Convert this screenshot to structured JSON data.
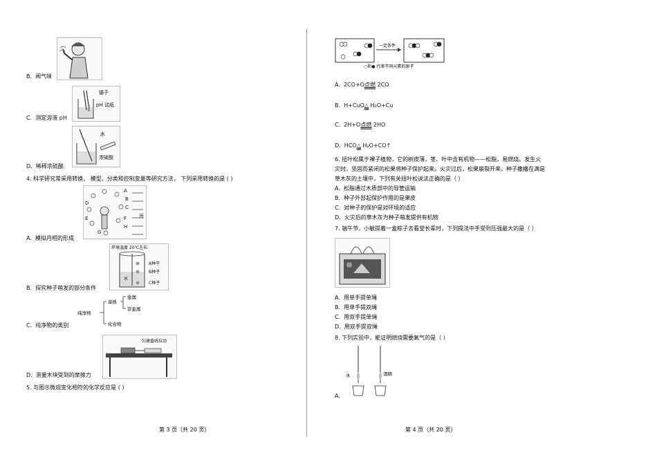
{
  "left": {
    "items": [
      {
        "label": "B.",
        "text": "闻气味"
      },
      {
        "label": "C.",
        "text": "测定溶液   pH"
      },
      {
        "label": "D.",
        "text": "稀释浓硫酸"
      }
    ],
    "fig_labels": {
      "tweezers": "镊子",
      "ph_paper": "pH 试纸",
      "water": "水",
      "acid": "浓硫酸"
    },
    "q4": {
      "stem": "4.  科学研究常采用转换、    模型、分类和控制变量等研究方法，     下列采用转换的是   (     )",
      "options": [
        {
          "label": "A.",
          "text": "模拟月相的形成"
        },
        {
          "label": "B.",
          "text": "探究种子萌发的部分条件"
        },
        {
          "label": "C.",
          "text": "纯净物的类别"
        },
        {
          "label": "D.",
          "text": "测量木块受到的摩擦力"
        }
      ]
    },
    "fig_moon": {
      "letters": [
        "A",
        "B",
        "C",
        "D",
        "E",
        "F",
        "G",
        "H"
      ],
      "light": "光"
    },
    "fig_seed": {
      "title": "环境温度 20℃左右",
      "labels": [
        "A种子",
        "B种子",
        "C种子"
      ],
      "water": "水"
    },
    "fig_class": {
      "root": "纯净物",
      "mid": [
        "单质",
        "化合物"
      ],
      "leaf": [
        "金属",
        "非金属"
      ]
    },
    "fig_friction": {
      "title": "匀速直线拉动"
    },
    "q5": {
      "stem": "5.  与图示微观变化相符的化学反应是      (     )"
    },
    "footer": "第 3 页（共  20 页）"
  },
  "right": {
    "micro_fig": {
      "arrow_label": "一定条件",
      "legend": "○和● 代表不同元素的原子"
    },
    "q5_options": [
      {
        "label": "A.",
        "pre": "2CO+O",
        "cond": "点燃",
        "post": " 2CO"
      },
      {
        "label": "B.",
        "pre": "H+CuO",
        "cond": "△",
        "post": " H₂O+Cu"
      },
      {
        "label": "C.",
        "pre": "2H+O",
        "cond": "点燃",
        "post": " 2HO"
      },
      {
        "label": "D.",
        "pre": "HCO",
        "cond": "△",
        "post": " H₂O+CO↑"
      }
    ],
    "q6": {
      "lines": [
        "6.  扭叶松属于裸子植物，它的树皮薄，茎、叶中含有机物——松脂，易燃烧。发生火",
        "灾时，坚固而紧闭的松果将种子保护起来。火灾过后，松果崩裂开来，种子撒播在满是",
        "草木灰的土壤中，下列有关扭叶松说法正确的是（          ）"
      ],
      "options": [
        {
          "label": "A.",
          "text": "松脂通过木质部中的导管运输"
        },
        {
          "label": "B.",
          "text": "种子外部起保护作用的是果皮"
        },
        {
          "label": "C.",
          "text": "对种子的保护是对环境的适应"
        },
        {
          "label": "D.",
          "text": "火灾后的草木灰为种子萌发提供有机物"
        }
      ]
    },
    "q7": {
      "stem": "7.  端午节，小敏提着一盒粽子去看望长辈时，下列提法中手受到压强最大的是（                   ）",
      "options": [
        {
          "label": "A.",
          "text": "用单手提单绳"
        },
        {
          "label": "B.",
          "text": "用单手提双绳"
        },
        {
          "label": "C.",
          "text": "用双手提单绳"
        },
        {
          "label": "D.",
          "text": "用双手提双绳"
        }
      ]
    },
    "q8": {
      "stem": "8.  下列实验中，能证明燃烧需要氧气的是（          ）",
      "option_a": "A.",
      "fig_labels": [
        "水",
        "酒精"
      ]
    },
    "footer": "第 4 页（共  20 页）"
  }
}
